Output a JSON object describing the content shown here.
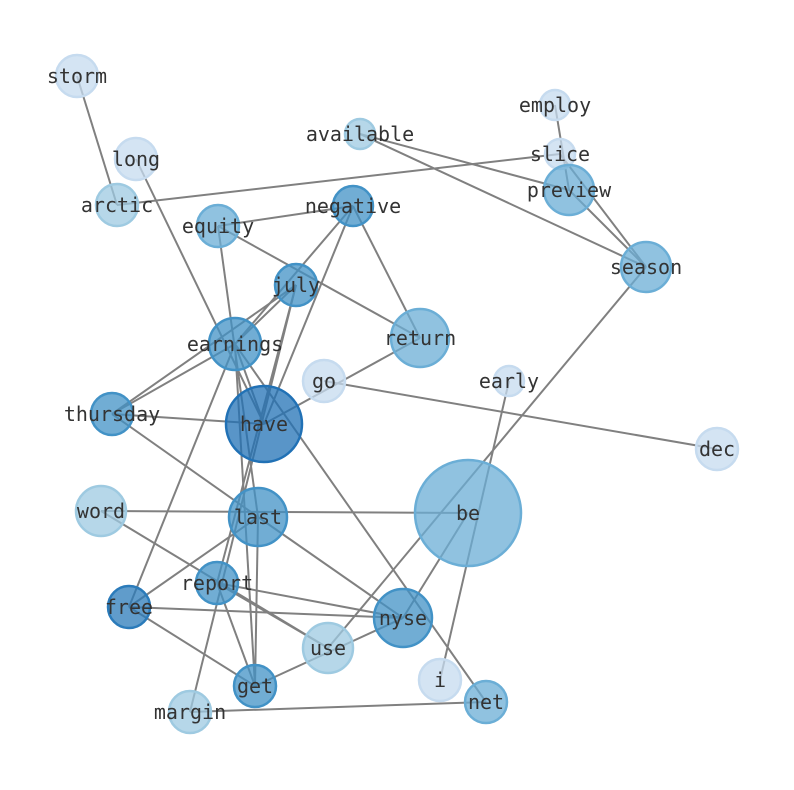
{
  "nodes": [
    {
      "id": "storm",
      "label": "storm",
      "color": "#c6dbef"
    },
    {
      "id": "employ",
      "label": "employ",
      "color": "#c6dbef"
    },
    {
      "id": "available",
      "label": "available",
      "color": "#9ecae1"
    },
    {
      "id": "long",
      "label": "long",
      "color": "#c6dbef"
    },
    {
      "id": "slice",
      "label": "slice",
      "color": "#c6dbef"
    },
    {
      "id": "preview",
      "label": "preview",
      "color": "#6baed6"
    },
    {
      "id": "arctic",
      "label": "arctic",
      "color": "#9ecae1"
    },
    {
      "id": "negative",
      "label": "negative",
      "color": "#4292c6"
    },
    {
      "id": "equity",
      "label": "equity",
      "color": "#6baed6"
    },
    {
      "id": "season",
      "label": "season",
      "color": "#6baed6"
    },
    {
      "id": "july",
      "label": "july",
      "color": "#4292c6"
    },
    {
      "id": "earnings",
      "label": "earnings",
      "color": "#4292c6"
    },
    {
      "id": "return",
      "label": "return",
      "color": "#6baed6"
    },
    {
      "id": "go",
      "label": "go",
      "color": "#c6dbef"
    },
    {
      "id": "early",
      "label": "early",
      "color": "#c6dbef"
    },
    {
      "id": "thursday",
      "label": "thursday",
      "color": "#4292c6"
    },
    {
      "id": "have",
      "label": "have",
      "color": "#2171b5"
    },
    {
      "id": "dec",
      "label": "dec",
      "color": "#c6dbef"
    },
    {
      "id": "word",
      "label": "word",
      "color": "#9ecae1"
    },
    {
      "id": "last",
      "label": "last",
      "color": "#4292c6"
    },
    {
      "id": "be",
      "label": "be",
      "color": "#6baed6"
    },
    {
      "id": "report",
      "label": "report",
      "color": "#4292c6"
    },
    {
      "id": "free",
      "label": "free",
      "color": "#2b7bba"
    },
    {
      "id": "nyse",
      "label": "nyse",
      "color": "#4292c6"
    },
    {
      "id": "use",
      "label": "use",
      "color": "#9ecae1"
    },
    {
      "id": "i",
      "label": "i",
      "color": "#c6dbef"
    },
    {
      "id": "get",
      "label": "get",
      "color": "#4292c6"
    },
    {
      "id": "net",
      "label": "net",
      "color": "#6baed6"
    },
    {
      "id": "margin",
      "label": "margin",
      "color": "#9ecae1"
    }
  ],
  "edges": [
    [
      "storm",
      "arctic"
    ],
    [
      "employ",
      "preview"
    ],
    [
      "available",
      "preview"
    ],
    [
      "available",
      "season"
    ],
    [
      "long",
      "have"
    ],
    [
      "slice",
      "season"
    ],
    [
      "arctic",
      "slice"
    ],
    [
      "preview",
      "season"
    ],
    [
      "negative",
      "equity"
    ],
    [
      "negative",
      "return"
    ],
    [
      "negative",
      "earnings"
    ],
    [
      "negative",
      "have"
    ],
    [
      "equity",
      "return"
    ],
    [
      "equity",
      "last"
    ],
    [
      "season",
      "use"
    ],
    [
      "july",
      "earnings"
    ],
    [
      "july",
      "thursday"
    ],
    [
      "july",
      "report"
    ],
    [
      "earnings",
      "thursday"
    ],
    [
      "earnings",
      "have"
    ],
    [
      "earnings",
      "free"
    ],
    [
      "earnings",
      "get"
    ],
    [
      "earnings",
      "net"
    ],
    [
      "return",
      "have"
    ],
    [
      "go",
      "dec"
    ],
    [
      "early",
      "i"
    ],
    [
      "thursday",
      "have"
    ],
    [
      "thursday",
      "last"
    ],
    [
      "word",
      "be"
    ],
    [
      "word",
      "use"
    ],
    [
      "last",
      "nyse"
    ],
    [
      "last",
      "free"
    ],
    [
      "last",
      "get"
    ],
    [
      "report",
      "nyse"
    ],
    [
      "report",
      "get"
    ],
    [
      "report",
      "use"
    ],
    [
      "free",
      "nyse"
    ],
    [
      "free",
      "get"
    ],
    [
      "nyse",
      "get"
    ],
    [
      "nyse",
      "be"
    ],
    [
      "margin",
      "net"
    ],
    [
      "margin",
      "july"
    ]
  ]
}
